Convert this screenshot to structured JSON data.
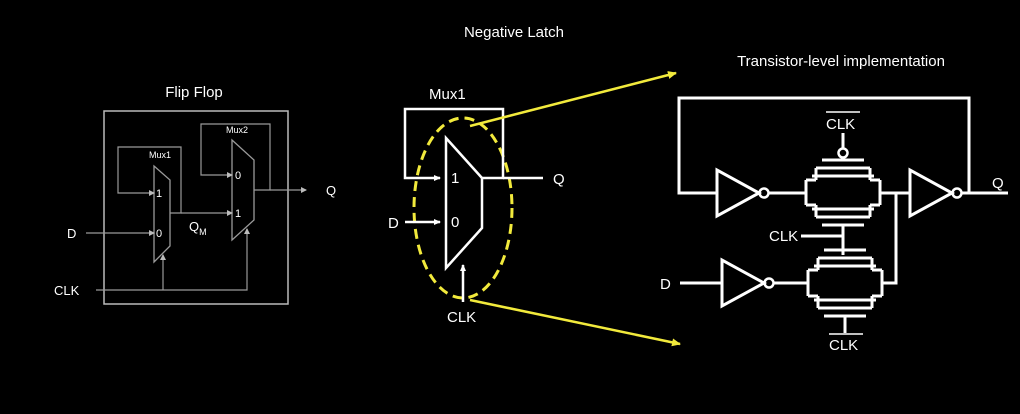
{
  "titles": {
    "flip_flop": "Flip Flop",
    "negative_latch": "Negative Latch",
    "transistor_level": "Transistor-level implementation"
  },
  "flip_flop": {
    "mux1_label": "Mux1",
    "mux2_label": "Mux2",
    "mux1_in1": "1",
    "mux1_in0": "0",
    "mux2_in0": "0",
    "mux2_in1": "1",
    "d_label": "D",
    "clk_label": "CLK",
    "q_label": "Q",
    "qm_label": "Q",
    "qm_subscript": "M"
  },
  "latch": {
    "mux1_label": "Mux1",
    "in1": "1",
    "in0": "0",
    "d_label": "D",
    "q_label": "Q",
    "clk_label": "CLK"
  },
  "transistor": {
    "clk_bar_top": "CLK",
    "clk_mid": "CLK",
    "clk_bar_bottom": "CLK",
    "d_label": "D",
    "q_label": "Q"
  },
  "colors": {
    "background": "#000000",
    "wire": "#ffffff",
    "highlight": "#f2ea3c",
    "flip_flop_wire": "#9a9a9a"
  }
}
